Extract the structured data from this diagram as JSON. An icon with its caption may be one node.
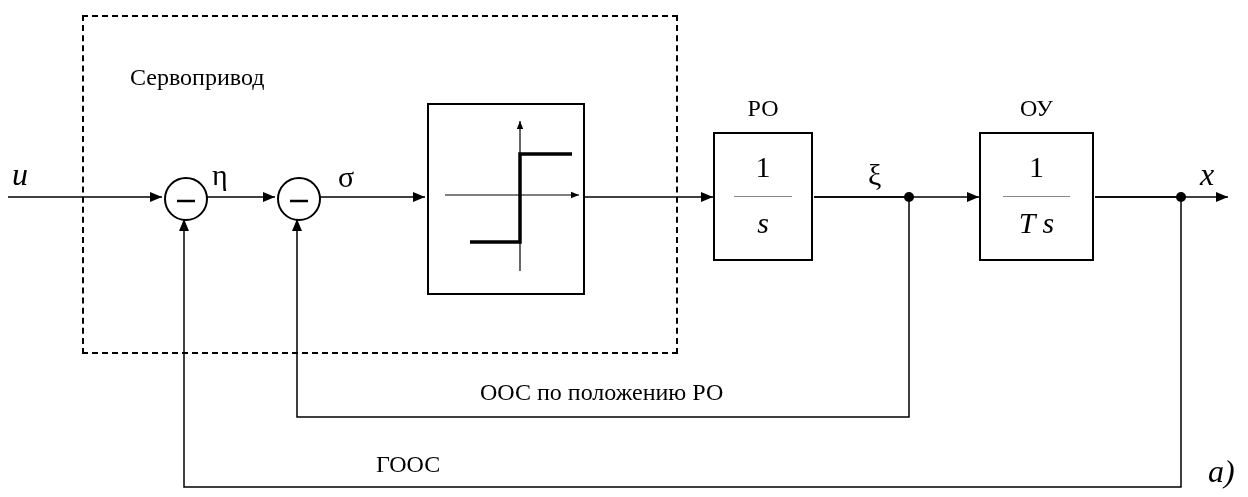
{
  "diagram": {
    "nodes": [
      {
        "text": [
          "Сервопривод"
        ]
      },
      {
        "text": [],
        "shape": "circle",
        "in": 0
      },
      {
        "text": [],
        "shape": "circle",
        "in": 0
      },
      {
        "text": [],
        "shape": "box",
        "in": 0
      },
      {
        "text": [
          "РО",
          "1",
          "s"
        ]
      },
      {
        "text": [
          "ОУ",
          "1",
          "T s"
        ]
      }
    ],
    "edges": [
      {
        "from": null,
        "to": 1,
        "arrow": "to",
        "label": "u"
      },
      {
        "from": 1,
        "to": 2,
        "arrow": "to",
        "label": "η"
      },
      {
        "from": 2,
        "to": 3,
        "arrow": "to",
        "label": "σ"
      },
      {
        "from": 3,
        "to": 4,
        "arrow": "to"
      },
      {
        "from": 4,
        "to": 5,
        "arrow": "to",
        "label": "ξ"
      },
      {
        "from": 5,
        "to": null,
        "arrow": "to",
        "label": "x"
      },
      {
        "from": 4,
        "to": 2,
        "arrow": "to",
        "label": "ООС по положению РО"
      },
      {
        "from": 5,
        "to": 1,
        "arrow": "to",
        "label": "ГООС"
      }
    ],
    "labels": [
      "a)"
    ]
  }
}
